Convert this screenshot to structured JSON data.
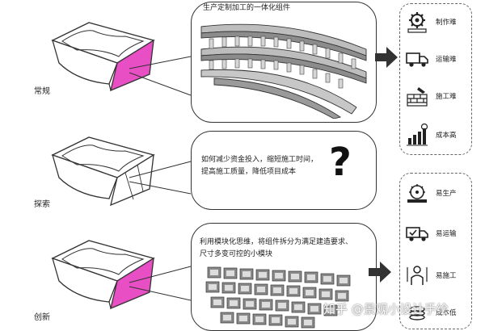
{
  "rows": [
    {
      "label": "常规"
    },
    {
      "label": "探索"
    },
    {
      "label": "创新"
    }
  ],
  "top_bubble": {
    "title": "生产定制加工的一体化组件"
  },
  "mid_bubble": {
    "text": "如何减少资金投入，缩短施工时间，\n提高施工质量，降低项目成本",
    "symbol": "?"
  },
  "bottom_bubble": {
    "text": "利用模块化思维，将组件拆分为满足建造要求、\n尺寸多变可控的小模块"
  },
  "top_results": [
    {
      "label": "制作难",
      "icon": "gear-icon"
    },
    {
      "label": "运输难",
      "icon": "truck-icon"
    },
    {
      "label": "施工难",
      "icon": "brick-wall-icon"
    },
    {
      "label": "成本高",
      "icon": "coin-growth-icon"
    }
  ],
  "bottom_results": [
    {
      "label": "易生产",
      "icon": "saw-icon"
    },
    {
      "label": "易运输",
      "icon": "truck-check-icon"
    },
    {
      "label": "易施工",
      "icon": "worker-icon"
    },
    {
      "label": "成本低",
      "icon": "coin-icon"
    }
  ],
  "watermark": {
    "text": "知乎 @景观小设计手绘"
  },
  "colors": {
    "accent": "#e84fc4",
    "stroke": "#333333",
    "dashed": "#666666"
  }
}
